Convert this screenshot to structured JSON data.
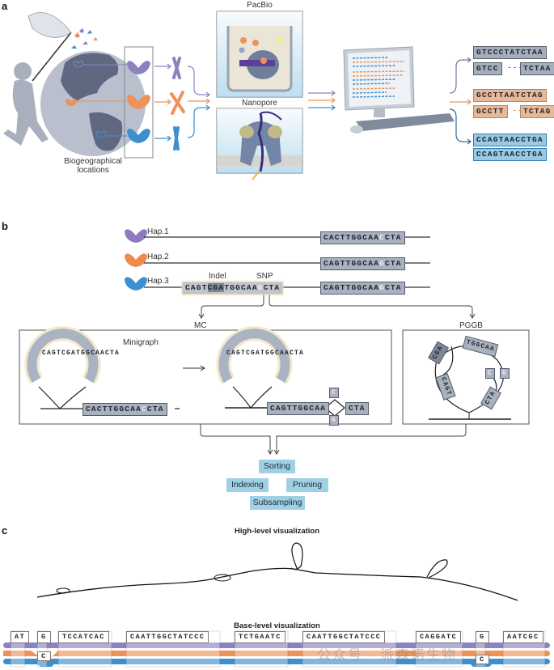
{
  "panels": {
    "a": "a",
    "b": "b",
    "c": "c"
  },
  "panel_a": {
    "biogeo_label": "Biogeographical locations",
    "pacbio_title": "PacBio",
    "nanopore_title": "Nanopore",
    "sequences": [
      {
        "text": "GTCCCTATCTAA",
        "color": "gray"
      },
      {
        "left": "GTCC",
        "gap": "---",
        "right": "TCTAA",
        "color": "gray"
      },
      {
        "text": "GCCTTAATCTAG",
        "color": "orange"
      },
      {
        "left": "GCCTT",
        "gap": "--",
        "right": "TCTAG",
        "color": "orange"
      },
      {
        "text": "CCAGTAACCTGA",
        "color": "blue"
      },
      {
        "text": "CCAGTAACCTGA",
        "color": "blue"
      }
    ]
  },
  "panel_b": {
    "haplotypes": [
      {
        "name": "Hap.1",
        "seq_pre": "CACTTGGCAA",
        "snp": "C",
        "seq_post": "CTA",
        "color": "#8d7bc0"
      },
      {
        "name": "Hap.2",
        "seq_pre": "CAGTTGGCAA",
        "snp": "G",
        "seq_post": "CTA",
        "color": "#ee8a4a"
      },
      {
        "name": "Hap.3",
        "seq_pre": "CAGTTGGCAA",
        "snp": "G",
        "seq_post": "CTA",
        "color": "#3d8fd0"
      }
    ],
    "hap3_variant": {
      "pre": "CAGT",
      "indel": "CGA",
      "mid": "TGGCAA",
      "snp": "G",
      "post": "CTA"
    },
    "indel_label": "Indel",
    "snp_label": "SNP",
    "mc_label": "MC",
    "pggb_label": "PGGB",
    "minigraph_label": "Minigraph",
    "loop_seq": "CAGTCGATGGCAACTA",
    "mc_left_seq": {
      "pre": "CACTTGGCAA",
      "snp": "C",
      "post": "CTA"
    },
    "mc_right_seq": {
      "pre": "CAGTTGGCAA",
      "top": "C",
      "bottom": "G",
      "post": "CTA"
    },
    "pggb_segments": [
      "CGA",
      "TGGCAA",
      "C",
      "G",
      "CAGT",
      "CTA"
    ],
    "processing": [
      "Sorting",
      "Indexing",
      "Pruning",
      "Subsampling"
    ]
  },
  "panel_c": {
    "high_level_title": "High-level visualization",
    "base_level_title": "Base-level visualization",
    "base_segments": [
      "AT",
      "G",
      "TCCATCAC",
      "CAATTGGCTATCCC",
      "TCTGAATC",
      "CAATTGGCTATCCC",
      "CAGGATC",
      "G",
      "AATCGC"
    ],
    "variant_bases": [
      "C",
      "C"
    ],
    "watermark": "公众号 · 派森诺生物"
  },
  "colors": {
    "purple": "#8d82c0",
    "orange": "#ef9259",
    "blue": "#3d8fd0",
    "gray_box": "#a6aebe",
    "process": "#9fd0e6"
  }
}
